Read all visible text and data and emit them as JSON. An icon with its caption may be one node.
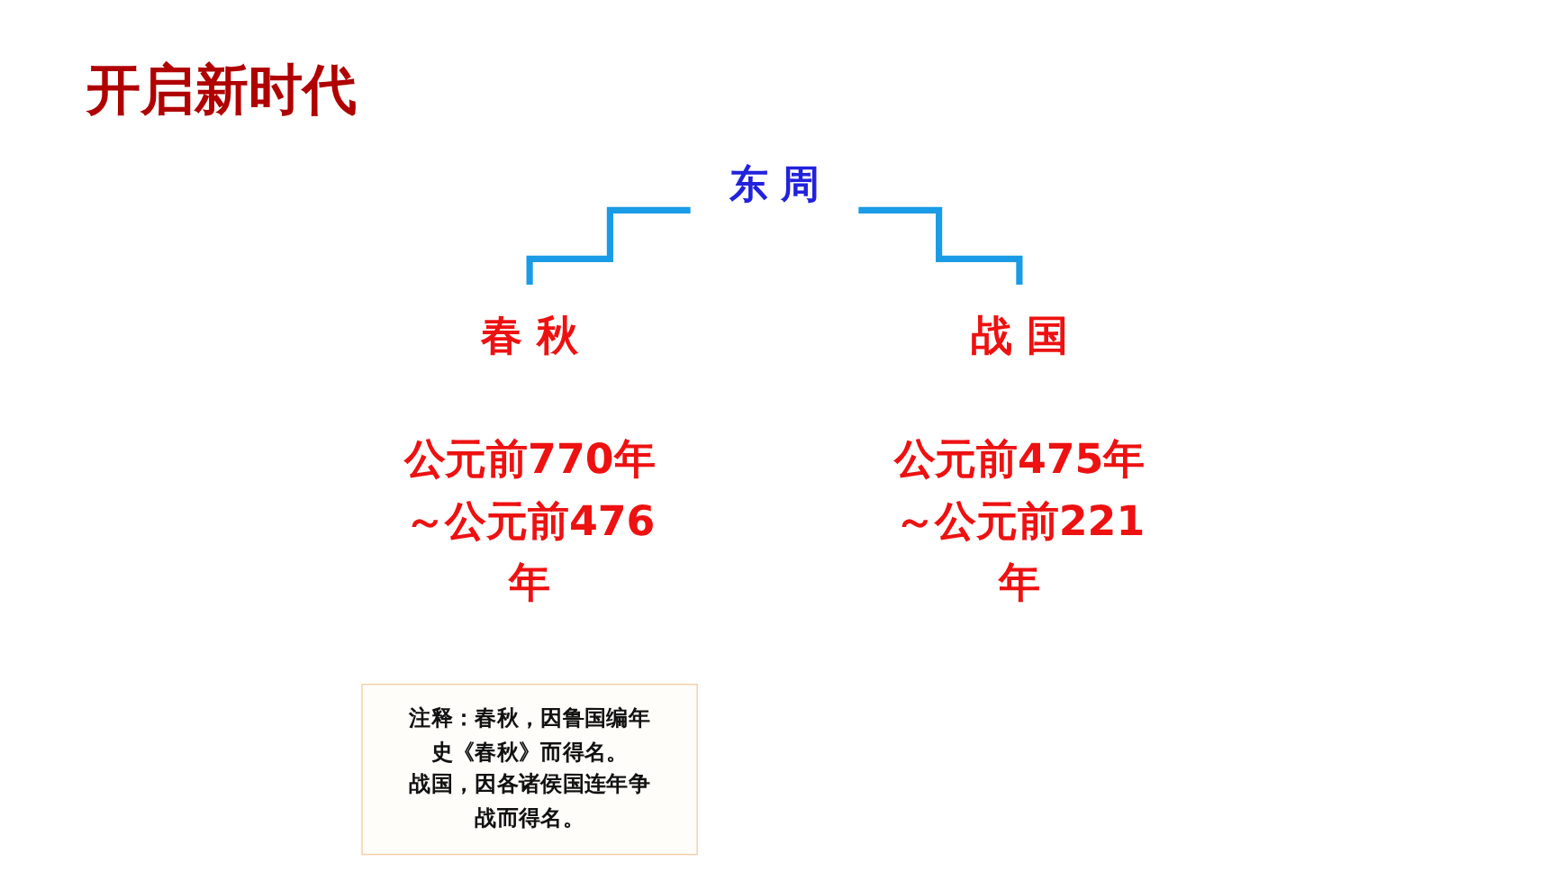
{
  "diagram": {
    "title": "开启新时代",
    "nodes": [
      {
        "text": [
          "东 周"
        ]
      },
      {
        "text": [
          "春 秋"
        ],
        "beside": [
          "公元前770年～公元前476年"
        ]
      },
      {
        "text": [
          "战 国"
        ],
        "beside": [
          "公元前475年～公元前221年"
        ]
      },
      {
        "text": [
          "注释：春秋，因鲁国编年史《春秋》而得名。",
          "战国，因各诸侯国连年争战而得名。"
        ]
      }
    ],
    "edges": [
      {
        "from": 0,
        "to": 1,
        "arrow": "none"
      },
      {
        "from": 0,
        "to": 2,
        "arrow": "none"
      }
    ]
  }
}
